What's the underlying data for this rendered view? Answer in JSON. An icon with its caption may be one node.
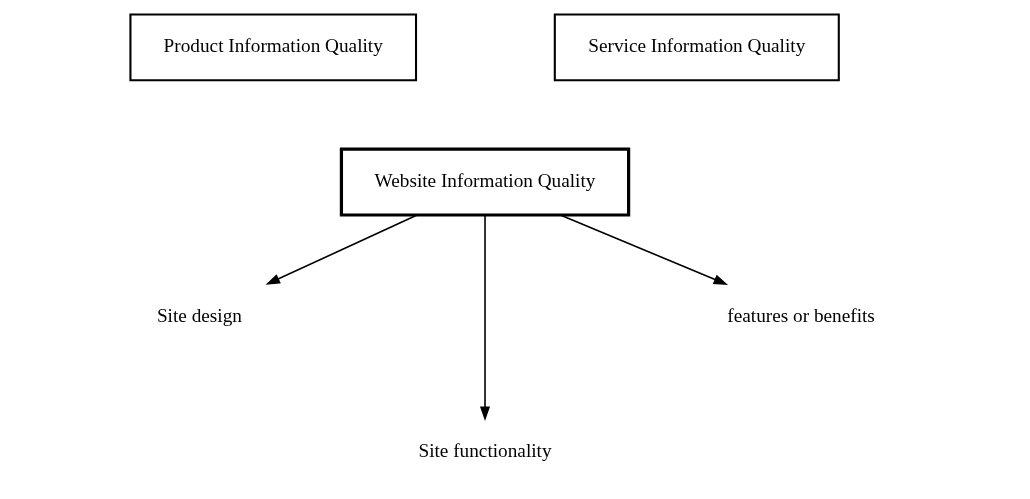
{
  "diagram": {
    "nodes": [
      {
        "text": [
          "Product Information Quality"
        ]
      },
      {
        "text": [
          "Service Information Quality"
        ]
      },
      {
        "text": [
          "Website Information Quality"
        ]
      },
      {
        "text": [
          "Site design"
        ]
      },
      {
        "text": [
          "Site functionality"
        ]
      },
      {
        "text": [
          "features or benefits"
        ]
      }
    ],
    "edges": [
      {
        "from": 2,
        "to": 3,
        "arrow": "to"
      },
      {
        "from": 2,
        "to": 4,
        "arrow": "to"
      },
      {
        "from": 2,
        "to": 5,
        "arrow": "to"
      }
    ]
  }
}
